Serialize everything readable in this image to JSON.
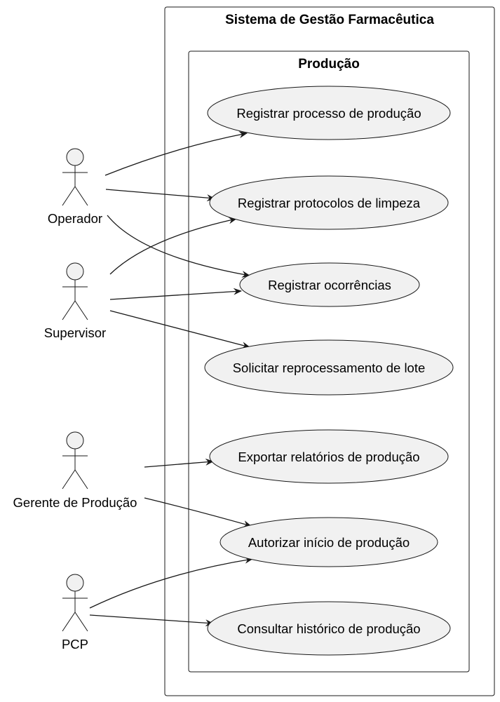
{
  "system": {
    "title": "Sistema de Gestão Farmacêutica",
    "package": {
      "title": "Produção"
    }
  },
  "actors": [
    {
      "id": "operador",
      "label": "Operador"
    },
    {
      "id": "supervisor",
      "label": "Supervisor"
    },
    {
      "id": "gerente",
      "label": "Gerente de Produção"
    },
    {
      "id": "pcp",
      "label": "PCP"
    }
  ],
  "use_cases": [
    {
      "id": "uc1",
      "label": "Registrar processo de produção"
    },
    {
      "id": "uc2",
      "label": "Registrar protocolos de limpeza"
    },
    {
      "id": "uc3",
      "label": "Registrar ocorrências"
    },
    {
      "id": "uc4",
      "label": "Solicitar reprocessamento de lote"
    },
    {
      "id": "uc5",
      "label": "Exportar relatórios de produção"
    },
    {
      "id": "uc6",
      "label": "Autorizar início de produção"
    },
    {
      "id": "uc7",
      "label": "Consultar histórico de produção"
    }
  ],
  "associations": [
    {
      "from": "operador",
      "to": "uc1"
    },
    {
      "from": "operador",
      "to": "uc2"
    },
    {
      "from": "operador",
      "to": "uc3"
    },
    {
      "from": "supervisor",
      "to": "uc2"
    },
    {
      "from": "supervisor",
      "to": "uc3"
    },
    {
      "from": "supervisor",
      "to": "uc4"
    },
    {
      "from": "gerente",
      "to": "uc5"
    },
    {
      "from": "gerente",
      "to": "uc6"
    },
    {
      "from": "pcp",
      "to": "uc6"
    },
    {
      "from": "pcp",
      "to": "uc7"
    }
  ]
}
